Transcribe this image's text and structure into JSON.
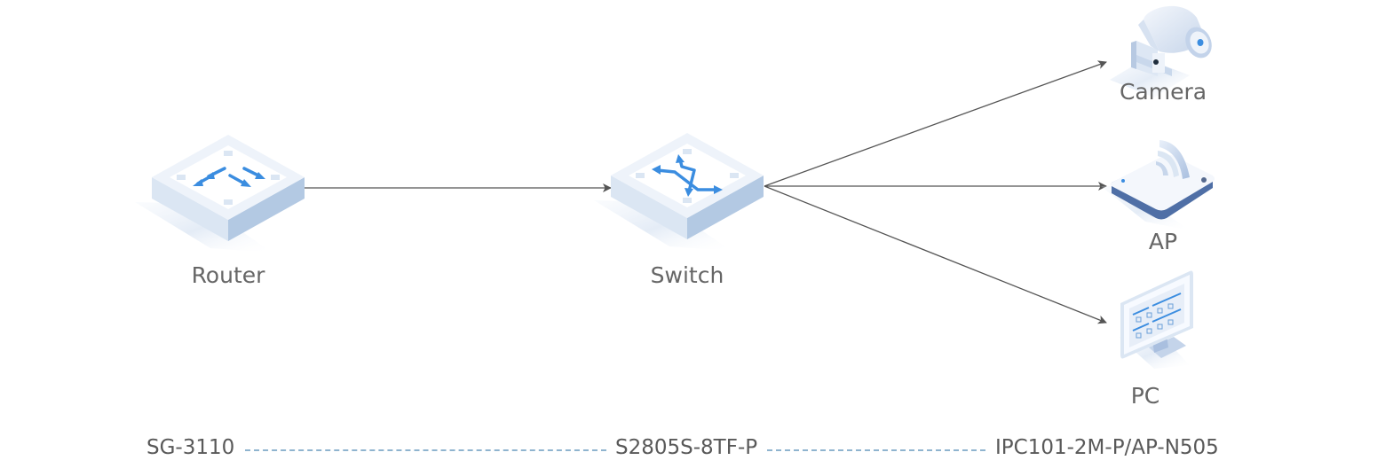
{
  "diagram": {
    "nodes": [
      {
        "id": "router",
        "label": "Router",
        "icon": "router-icon"
      },
      {
        "id": "switch",
        "label": "Switch",
        "icon": "switch-icon"
      },
      {
        "id": "camera",
        "label": "Camera",
        "icon": "camera-icon"
      },
      {
        "id": "ap",
        "label": "AP",
        "icon": "access-point-icon"
      },
      {
        "id": "pc",
        "label": "PC",
        "icon": "monitor-icon"
      }
    ],
    "edges": [
      {
        "from": "router",
        "to": "switch"
      },
      {
        "from": "switch",
        "to": "camera"
      },
      {
        "from": "switch",
        "to": "ap"
      },
      {
        "from": "switch",
        "to": "pc"
      }
    ]
  },
  "models": {
    "router": "SG-3110",
    "switch": "S2805S-8TF-P",
    "endpoints": "IPC101-2M-P/AP-N505"
  },
  "colors": {
    "accent": "#3b8de0",
    "device_top": "#f3f7fc",
    "device_side_left": "#dbe6f3",
    "device_side_right": "#b3c9e3",
    "line": "#555555",
    "dash": "#8fb4cf",
    "text": "#666666"
  }
}
